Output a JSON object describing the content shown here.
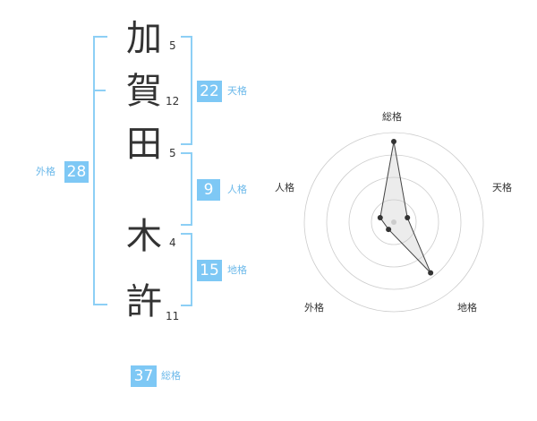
{
  "name_chars": [
    {
      "char": "加",
      "strokes": "5"
    },
    {
      "char": "賀",
      "strokes": "12"
    },
    {
      "char": "田",
      "strokes": "5"
    },
    {
      "char": "木",
      "strokes": "4"
    },
    {
      "char": "許",
      "strokes": "11"
    }
  ],
  "fortune": {
    "ten": {
      "value": "22",
      "label": "天格"
    },
    "jin": {
      "value": "9",
      "label": "人格"
    },
    "chi": {
      "value": "15",
      "label": "地格"
    },
    "gai": {
      "value": "28",
      "label": "外格"
    },
    "sou": {
      "value": "37",
      "label": "総格"
    }
  },
  "colors": {
    "accent": "#7ec8f5",
    "bracket": "#8dcff5"
  },
  "chart_data": {
    "type": "radar",
    "axes": [
      "総格",
      "天格",
      "地格",
      "外格",
      "人格"
    ],
    "values": [
      4.5,
      0.8,
      3.5,
      0.5,
      0.8
    ],
    "rmax": 5,
    "rings": 4
  }
}
